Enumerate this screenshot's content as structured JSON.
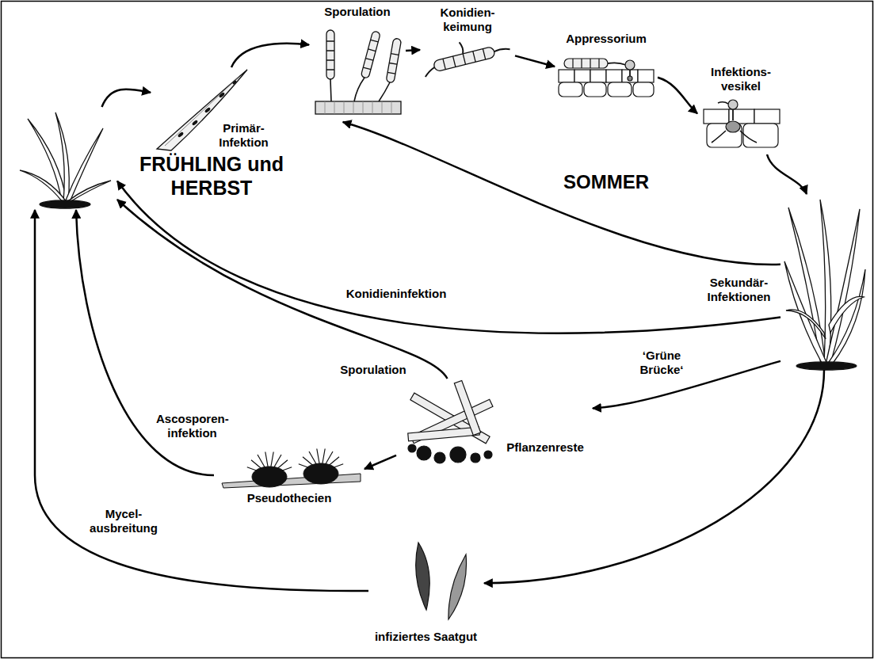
{
  "diagram": {
    "nodes": [
      {
        "text": []
      },
      {
        "text": [
          "Primär- Infektion"
        ]
      },
      {
        "text": [
          "Sporulation"
        ]
      },
      {
        "text": [
          "Konidien- keimung"
        ]
      },
      {
        "text": [
          "Appressorium"
        ]
      },
      {
        "text": [
          "Infektions- vesikel"
        ]
      },
      {
        "text": []
      },
      {
        "text": [
          "Pflanzenreste"
        ]
      },
      {
        "text": [
          "Pseudothecien"
        ]
      },
      {
        "text": [
          "infiziertes Saatgut"
        ]
      }
    ],
    "edges": [
      {
        "from": 0,
        "to": 1,
        "arrow": "to"
      },
      {
        "from": 1,
        "to": 2,
        "arrow": "to"
      },
      {
        "from": 2,
        "to": 3,
        "arrow": "to"
      },
      {
        "from": 3,
        "to": 4,
        "arrow": "to"
      },
      {
        "from": 4,
        "to": 5,
        "arrow": "to"
      },
      {
        "from": 5,
        "to": 6,
        "arrow": "to"
      },
      {
        "from": 6,
        "to": 2,
        "label": "Sekundär- Infektionen",
        "arrow": "to"
      },
      {
        "from": 6,
        "to": 0,
        "label": "Konidieninfektion",
        "arrow": "to"
      },
      {
        "from": 7,
        "to": 0,
        "label": "Sporulation",
        "arrow": "to"
      },
      {
        "from": 6,
        "to": 7,
        "arrow": "to"
      },
      {
        "from": 7,
        "to": 8,
        "arrow": "to"
      },
      {
        "from": 8,
        "to": 0,
        "label": "Ascosporen- infektion",
        "arrow": "to"
      },
      {
        "from": 6,
        "to": 9,
        "arrow": "to"
      },
      {
        "from": 9,
        "to": 0,
        "label": "Mycel- ausbreitung",
        "arrow": "to"
      }
    ],
    "labels": [
      "FRÜHLING und HERBST",
      "SOMMER",
      "‘Grüne Brücke‘"
    ]
  }
}
